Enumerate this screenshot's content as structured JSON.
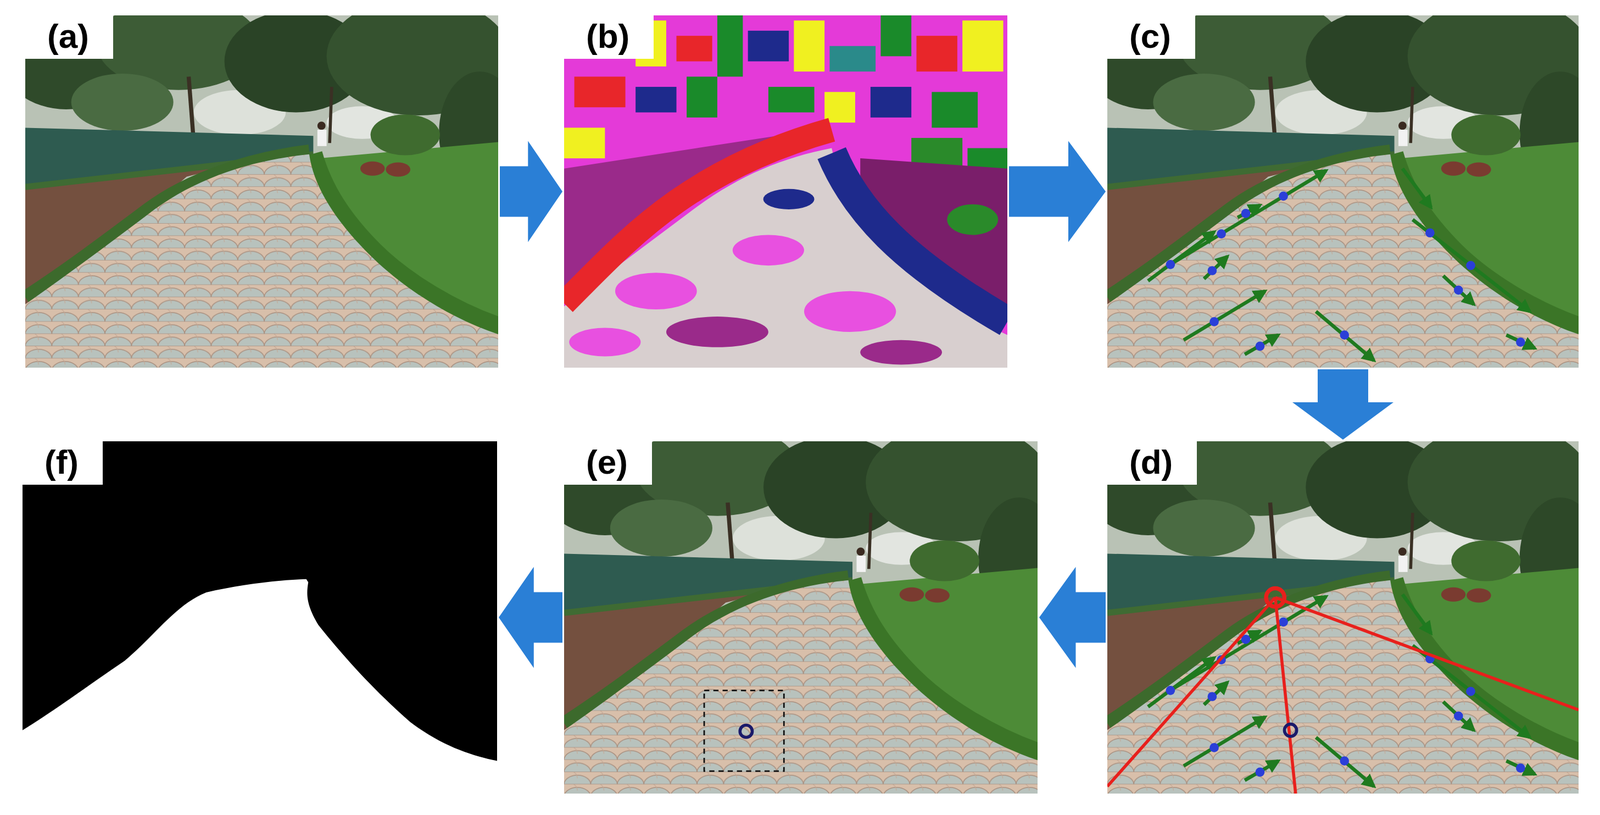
{
  "diagram": {
    "nodes": [
      {
        "text": [
          "(a)"
        ]
      },
      {
        "text": [
          "(b)"
        ]
      },
      {
        "text": [
          "(c)"
        ]
      },
      {
        "text": [
          "(d)"
        ]
      },
      {
        "text": [
          "(e)"
        ]
      },
      {
        "text": [
          "(f)"
        ]
      }
    ],
    "edges": [
      {
        "from": 0,
        "to": 1,
        "arrow": "to"
      },
      {
        "from": 1,
        "to": 2,
        "arrow": "to"
      },
      {
        "from": 2,
        "to": 3,
        "arrow": "to"
      },
      {
        "from": 3,
        "to": 4,
        "arrow": "to"
      },
      {
        "from": 4,
        "to": 5,
        "arrow": "to"
      }
    ]
  }
}
